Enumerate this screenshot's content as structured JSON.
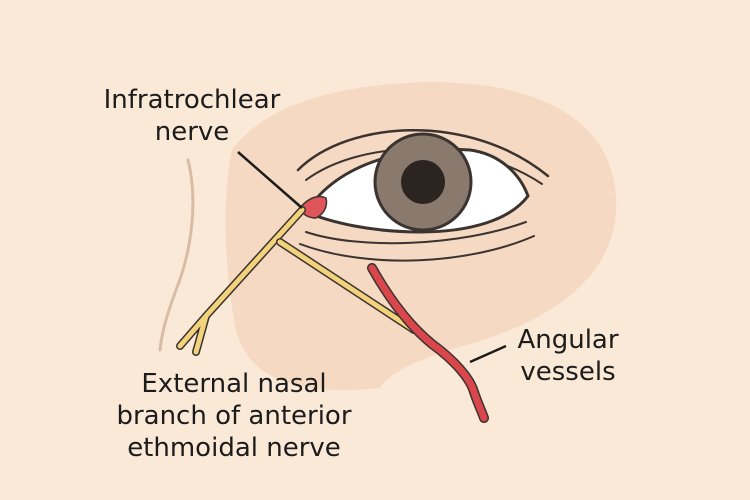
{
  "labels": {
    "infratrochlear": {
      "line1": "Infratrochlear",
      "line2": "nerve"
    },
    "angular": {
      "line1": "Angular",
      "line2": "vessels"
    },
    "external_nasal": {
      "line1": "External nasal",
      "line2": "branch of anterior",
      "line3": "ethmoidal nerve"
    }
  },
  "colors": {
    "background": "#fbe9d8",
    "skin": "#f6d9c2",
    "nerve": "#f2d27a",
    "vessel": "#d9464c",
    "iris": "#8a7a6e",
    "pupil": "#2c2420",
    "outline": "#3a3330"
  }
}
